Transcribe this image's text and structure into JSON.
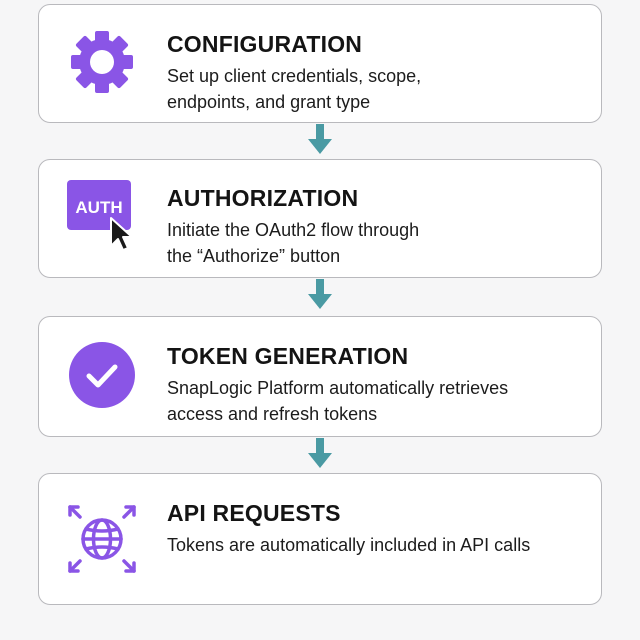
{
  "steps": [
    {
      "title": "CONFIGURATION",
      "description_lines": [
        "Set up client credentials, scope,",
        "endpoints, and grant type"
      ],
      "icon": "gear-icon"
    },
    {
      "title": "AUTHORIZATION",
      "description_lines": [
        "Initiate the OAuth2 flow through",
        "the “Authorize” button"
      ],
      "icon": "auth-button-cursor-icon",
      "icon_text": "AUTH"
    },
    {
      "title": "TOKEN GENERATION",
      "description_lines": [
        "SnapLogic Platform automatically retrieves",
        "access and refresh tokens"
      ],
      "icon": "checkmark-circle-icon"
    },
    {
      "title": "API REQUESTS",
      "description_lines": [
        "Tokens are automatically included in API calls"
      ],
      "icon": "globe-expand-icon"
    }
  ],
  "colors": {
    "accent_purple": "#8a55e6",
    "arrow_teal": "#4a9aa3",
    "card_border": "#b9b9bd",
    "background": "#f6f6f7"
  }
}
